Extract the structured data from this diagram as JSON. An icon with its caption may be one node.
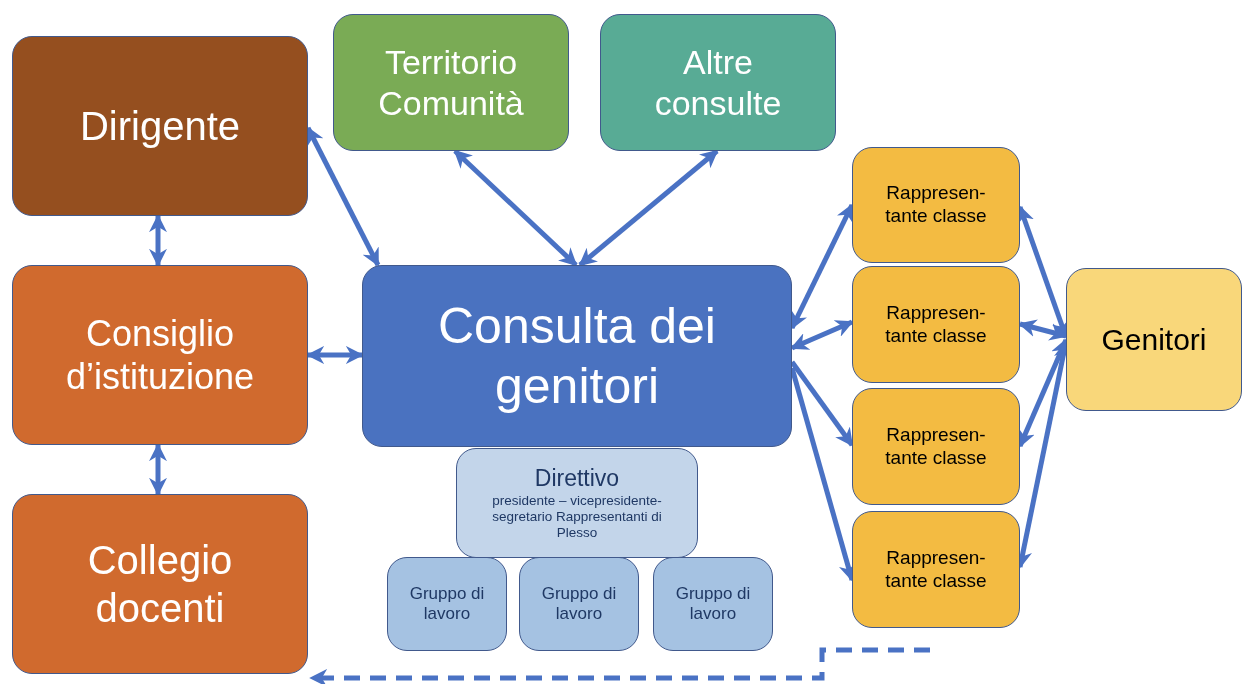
{
  "diagram": {
    "nodes": [
      {
        "text": [
          "Dirigente"
        ]
      },
      {
        "text": [
          "Territorio Comunità"
        ]
      },
      {
        "text": [
          "Altre consulte"
        ]
      },
      {
        "text": [
          "Consiglio d’istituzione"
        ]
      },
      {
        "text": [
          "Collegio docenti"
        ]
      },
      {
        "text": [
          "Consulta dei genitori"
        ]
      },
      {
        "text": [
          "Direttivo",
          "presidente – vicepresidente- segretario Rappresentanti di Plesso"
        ]
      },
      {
        "text": [
          "Gruppo di lavoro"
        ]
      },
      {
        "text": [
          "Gruppo di lavoro"
        ]
      },
      {
        "text": [
          "Gruppo di lavoro"
        ]
      },
      {
        "text": [
          "Rappresen- tante classe"
        ]
      },
      {
        "text": [
          "Rappresen- tante classe"
        ]
      },
      {
        "text": [
          "Rappresen- tante classe"
        ]
      },
      {
        "text": [
          "Rappresen- tante classe"
        ]
      },
      {
        "text": [
          "Genitori"
        ]
      }
    ],
    "edges": [
      {
        "from": 0,
        "to": 5,
        "arrow": "both"
      },
      {
        "from": 1,
        "to": 5,
        "arrow": "both"
      },
      {
        "from": 2,
        "to": 5,
        "arrow": "both"
      },
      {
        "from": 0,
        "to": 3,
        "arrow": "both"
      },
      {
        "from": 3,
        "to": 4,
        "arrow": "both"
      },
      {
        "from": 3,
        "to": 5,
        "arrow": "both"
      },
      {
        "from": 5,
        "to": 10,
        "arrow": "both"
      },
      {
        "from": 5,
        "to": 11,
        "arrow": "both"
      },
      {
        "from": 5,
        "to": 12,
        "arrow": "to"
      },
      {
        "from": 5,
        "to": 13,
        "arrow": "to"
      },
      {
        "from": 10,
        "to": 14,
        "arrow": "both"
      },
      {
        "from": 11,
        "to": 14,
        "arrow": "both"
      },
      {
        "from": 12,
        "to": 14,
        "arrow": "both"
      },
      {
        "from": 13,
        "to": 14,
        "arrow": "both"
      },
      {
        "from": null,
        "to": 4,
        "arrow": "to",
        "style": "dashed"
      }
    ]
  }
}
